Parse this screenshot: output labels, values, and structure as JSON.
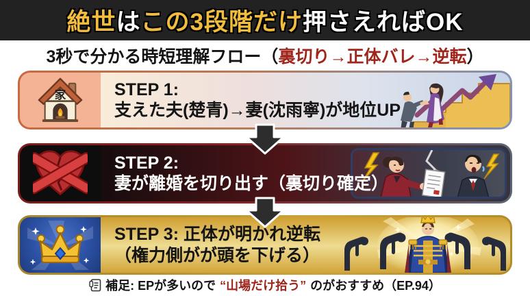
{
  "title": {
    "seg1": "絶世",
    "seg2": "は",
    "seg3": "この3段階だけ",
    "seg4": "押さえればOK",
    "accent_color": "#f2bd3f",
    "bar_color": "#222222"
  },
  "subtitle": {
    "main": "3秒で分かる時短理解フロー",
    "paren_open": "（",
    "flow": "裏切り→正体バレ→逆転",
    "paren_close": "）",
    "flow_color": "#9e261c"
  },
  "steps": [
    {
      "line1": "STEP 1:",
      "line2": "支えた夫(楚青)→妻(沈雨寧)が地位UP",
      "icon": "house-icon",
      "icon_char": "家",
      "theme_color": "#f4b394",
      "illustration": "husband-supporting-wife-climbing-golden-stairs-with-rising-arrow"
    },
    {
      "line1": "STEP 2:",
      "line2": "妻が離婚を切り出す（裏切り確定）",
      "icon": "broken-heart-icon",
      "theme_color": "#5c1418",
      "illustration": "wife-presenting-divorce-paper-to-shocked-husband-with-lightning"
    },
    {
      "line1": "STEP 3: 正体が明かれ逆転",
      "line2": "（権力側がが頭を下げる）",
      "icon": "crown-icon",
      "theme_color": "#d9ab3c",
      "illustration": "glowing-king-revealed-with-bowing-silhouettes"
    }
  ],
  "arrow_color": "#2d2d2d",
  "footer": {
    "icon": "memo-icon",
    "prefix": "補足: EPが多いので",
    "highlight": "“山場だけ拾う”",
    "suffix": "のがおすすめ（EP.94）",
    "highlight_color": "#9e261c"
  }
}
